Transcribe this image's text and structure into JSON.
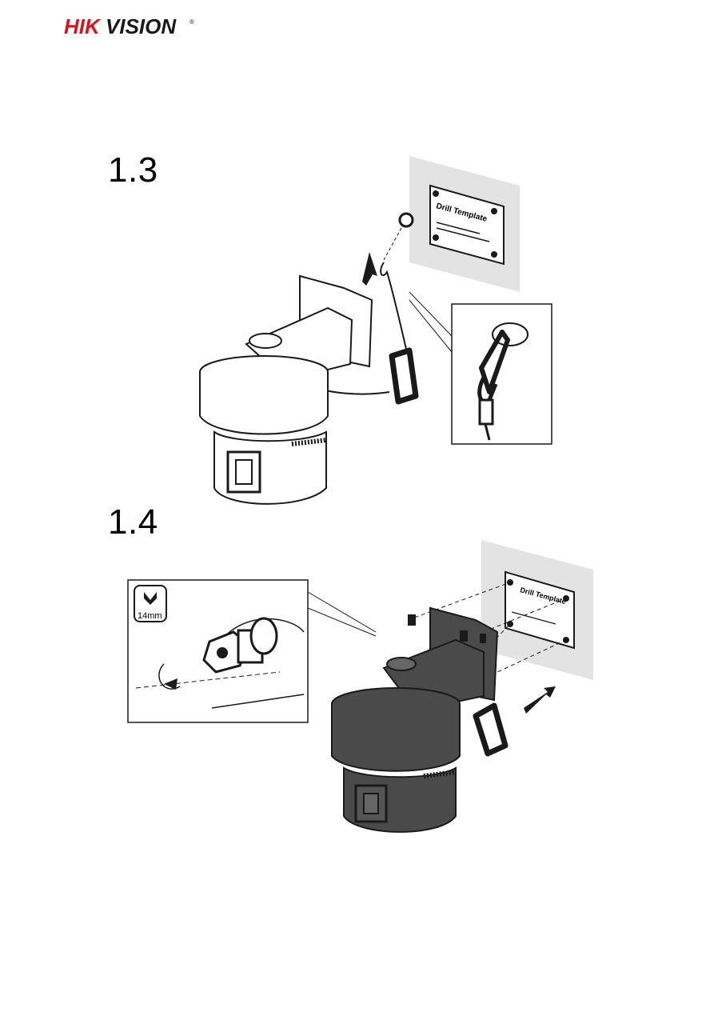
{
  "header": {
    "brand_hik": "HIK",
    "brand_vision": "VISION",
    "brand_mark": "®"
  },
  "steps": [
    {
      "number": "1.3",
      "template_label": "Drill Template"
    },
    {
      "number": "1.4",
      "template_label": "Drill Template",
      "tool_size": "14mm"
    }
  ],
  "icons": [
    "drill-template-plate",
    "arrow-up-icon",
    "wrench-icon",
    "rotate-arrow-icon",
    "arrow-right-icon"
  ],
  "colors": {
    "brand_red": "#d2141f",
    "ink": "#1a1a1a",
    "wall": "#e3e3e3",
    "dark_fill": "#4a4a4a"
  }
}
